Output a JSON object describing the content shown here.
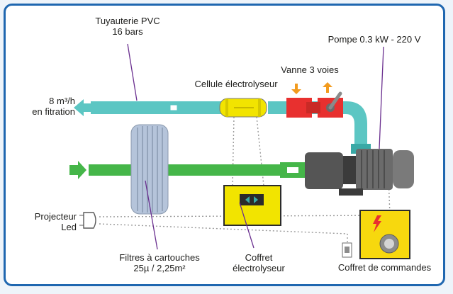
{
  "labels": {
    "pipe_line1": "Tuyauterie PVC",
    "pipe_line2": "16 bars",
    "pump": "Pompe 0.3 kW - 220 V",
    "valve": "Vanne 3 voies",
    "cell": "Cellule électrolyseur",
    "flow_line1": "8 m³/h",
    "flow_line2": "en fitration",
    "projector_line1": "Projecteur",
    "projector_line2": "Led",
    "filters_line1": "Filtres à cartouches",
    "filters_line2": "25µ / 2,25m²",
    "electro_box_line1": "Coffret",
    "electro_box_line2": "électrolyseur",
    "command_box": "Coffret de commandes"
  },
  "colors": {
    "frame": "#1f67b0",
    "return_pipe": "#5cc6c3",
    "suction_pipe": "#45b649",
    "valve": "#e8302f",
    "cell": "#f2e400",
    "control_box": "#f7d80e",
    "pump": "#4d4d4d",
    "filter": "#b5c4da",
    "annotation_line": "#6a2f8f"
  },
  "icons": {
    "flow_out": "arrow-left-icon",
    "flow_in": "arrow-right-icon",
    "valve_arrows": "arrow-down-up-icon",
    "command_box_symbol": "lightning-icon"
  }
}
